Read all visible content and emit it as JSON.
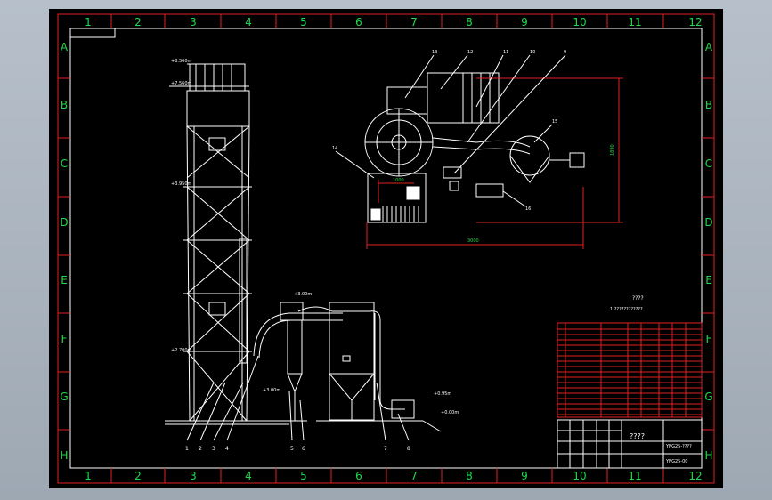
{
  "drawing": {
    "col_labels": [
      "1",
      "2",
      "3",
      "4",
      "5",
      "6",
      "7",
      "8",
      "9",
      "10",
      "11",
      "12"
    ],
    "row_labels": [
      "A",
      "B",
      "C",
      "D",
      "E",
      "F",
      "G",
      "H"
    ],
    "elevations": [
      "+8.560m",
      "+7.560m",
      "+3.950m",
      "+2.700m",
      "+3.00m",
      "+0.00m",
      "+3.00m",
      "+0.95m"
    ],
    "plan_dim_horizontal": "3000",
    "plan_dim_vertical": "1890",
    "plan_dim_small": "1000",
    "callouts_top": [
      "13",
      "12",
      "11",
      "10",
      "9"
    ],
    "callouts_side": [
      "14",
      "15",
      "16"
    ],
    "callouts_bottom": [
      "1",
      "2",
      "3",
      "4",
      "5",
      "6",
      "7",
      "8"
    ],
    "title_text": "????",
    "subtitle_text": "1.????????????",
    "titleblock_title": "????",
    "titleblock_code1": "YPG25-????",
    "titleblock_code2": "YPG25-00"
  }
}
